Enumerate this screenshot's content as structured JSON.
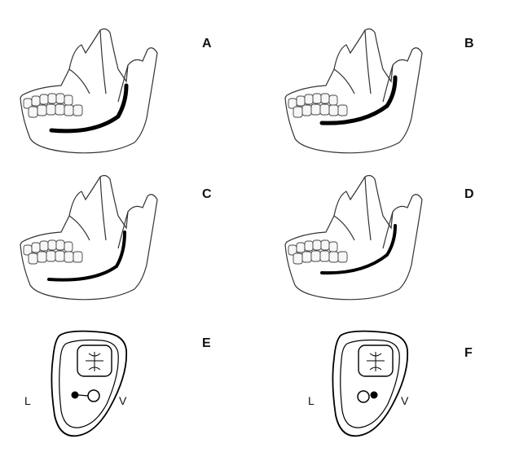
{
  "figure": {
    "panels": [
      {
        "label": "A",
        "kind": "mandible",
        "canal_course": "low-long"
      },
      {
        "label": "B",
        "kind": "mandible",
        "canal_course": "high-curved"
      },
      {
        "label": "C",
        "kind": "mandible",
        "canal_course": "low-long"
      },
      {
        "label": "D",
        "kind": "mandible",
        "canal_course": "high-curved"
      },
      {
        "label": "E",
        "kind": "cross-section",
        "canal_position": "lingual"
      },
      {
        "label": "F",
        "kind": "cross-section",
        "canal_position": "vestibular"
      }
    ],
    "side_labels": {
      "lingual": "L",
      "vestibular": "V"
    }
  }
}
